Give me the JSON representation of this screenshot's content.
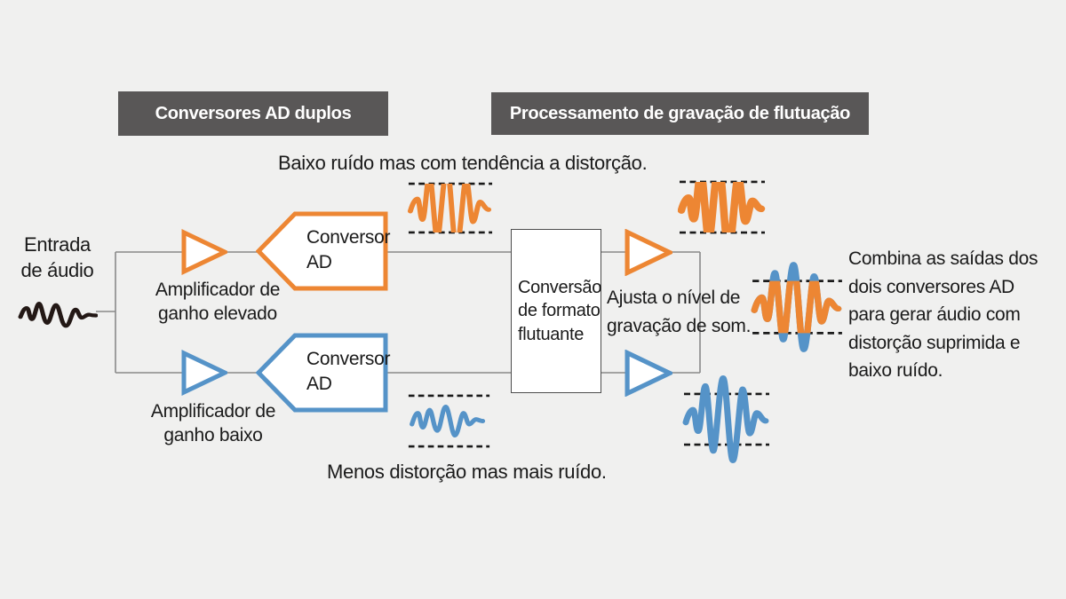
{
  "colors": {
    "orange": "#ed8633",
    "blue": "#5593c8",
    "header_bg": "#595757",
    "background": "#f0f0ef",
    "connector_line": "#898989",
    "text": "#1a1a1a",
    "input_wave": "#231815"
  },
  "headers": {
    "dual_converters": "Conversores AD duplos",
    "fluctuation_processing": "Processamento de gravação de flutuação"
  },
  "notes": {
    "top": "Baixo ruído mas com tendência a distorção.",
    "bottom": "Menos distorção mas mais ruído.",
    "adjust": "Ajusta o nível de\ngravação de som.",
    "combine": "Combina as saídas dos\ndois conversores AD\npara gerar áudio com\ndistorção suprimida e\nbaixo ruído."
  },
  "blocks": {
    "audio_input": "Entrada\nde áudio",
    "amp_high": "Amplificador de\nganho elevado",
    "amp_low": "Amplificador de\nganho baixo",
    "converter_ad": "Conversor\nAD",
    "format_conversion": "Conversão\nde formato\nflutuante"
  }
}
